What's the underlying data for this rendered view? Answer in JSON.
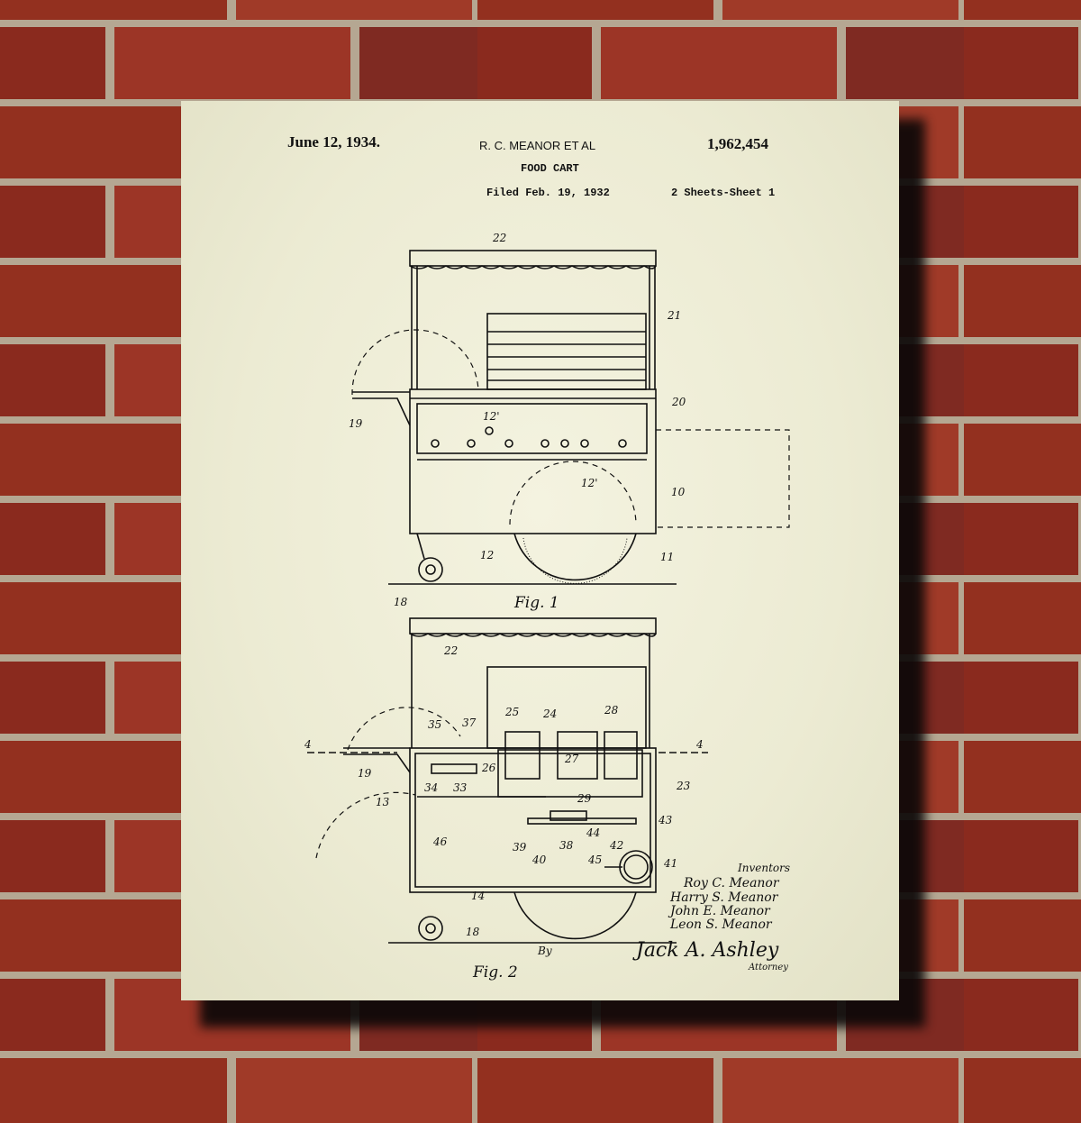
{
  "header": {
    "date": "June 12, 1934.",
    "inventor_line": "R. C. MEANOR ET AL",
    "patent_number": "1,962,454",
    "title": "FOOD CART",
    "filed": "Filed Feb. 19, 1932",
    "sheets": "2 Sheets-Sheet 1"
  },
  "figure1": {
    "caption": "Fig. 1",
    "labels": [
      "22",
      "21",
      "20",
      "19",
      "12'",
      "12'",
      "10",
      "11",
      "12",
      "18"
    ]
  },
  "figure2": {
    "caption": "Fig. 2",
    "labels": [
      "22",
      "35",
      "37",
      "25",
      "24",
      "28",
      "4",
      "4",
      "19",
      "26",
      "27",
      "34",
      "33",
      "29",
      "23",
      "13",
      "43",
      "39",
      "38",
      "40",
      "44",
      "42",
      "41",
      "45",
      "46",
      "14",
      "18"
    ]
  },
  "footer": {
    "by": "By",
    "inventors_label": "Inventors",
    "inventors": [
      "Roy C. Meanor",
      "Harry S. Meanor",
      "John E. Meanor",
      "Leon S. Meanor"
    ],
    "signature": "Jack A. Ashley",
    "attorney_label": "Attorney"
  },
  "colors": {
    "brick": "#8e2a20",
    "mortar": "#b9ab97",
    "paper": "#efeed8",
    "ink": "#111111"
  }
}
